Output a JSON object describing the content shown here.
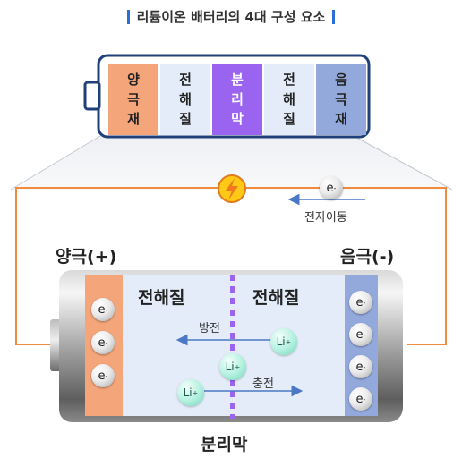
{
  "title": "리튬이온 배터리의 4대 구성 요소",
  "components": [
    {
      "label": "양극재",
      "chars": [
        "양",
        "극",
        "재"
      ],
      "color": "#f4a57a"
    },
    {
      "label": "전해질",
      "chars": [
        "전",
        "해",
        "질"
      ],
      "color": "#e3ecf8"
    },
    {
      "label": "분리막",
      "chars": [
        "분",
        "리",
        "막"
      ],
      "color": "#9a63f0"
    },
    {
      "label": "전해질",
      "chars": [
        "전",
        "해",
        "질"
      ],
      "color": "#e3ecf8"
    },
    {
      "label": "음극재",
      "chars": [
        "음",
        "극",
        "재"
      ],
      "color": "#93a9dc"
    }
  ],
  "electron_flow": {
    "particle": "e",
    "charge": "-",
    "label": "전자이동"
  },
  "cathode": {
    "label": "양극(+)",
    "electrons": [
      "e",
      "e",
      "e"
    ]
  },
  "anode": {
    "label": "음극(-)",
    "electrons": [
      "e",
      "e",
      "e",
      "e"
    ]
  },
  "electrolyte_left": "전해질",
  "electrolyte_right": "전해질",
  "discharge": {
    "label": "방전",
    "ion": "Li",
    "charge": "+"
  },
  "separator_ion": {
    "ion": "Li",
    "charge": "+"
  },
  "charge": {
    "label": "충전",
    "ion": "Li",
    "charge": "+"
  },
  "separator_label": "분리막",
  "colors": {
    "cathode": "#f4a57a",
    "anode": "#93a9dc",
    "separator": "#9a63f0",
    "wire": "#f08a3c",
    "outline": "#20407a",
    "electrolyte": "#e3ecf8",
    "bolt": "#ffc915",
    "arrow": "#4a78c4"
  },
  "icons": [
    "lightning-icon",
    "electron-icon",
    "lithium-ion-icon"
  ]
}
